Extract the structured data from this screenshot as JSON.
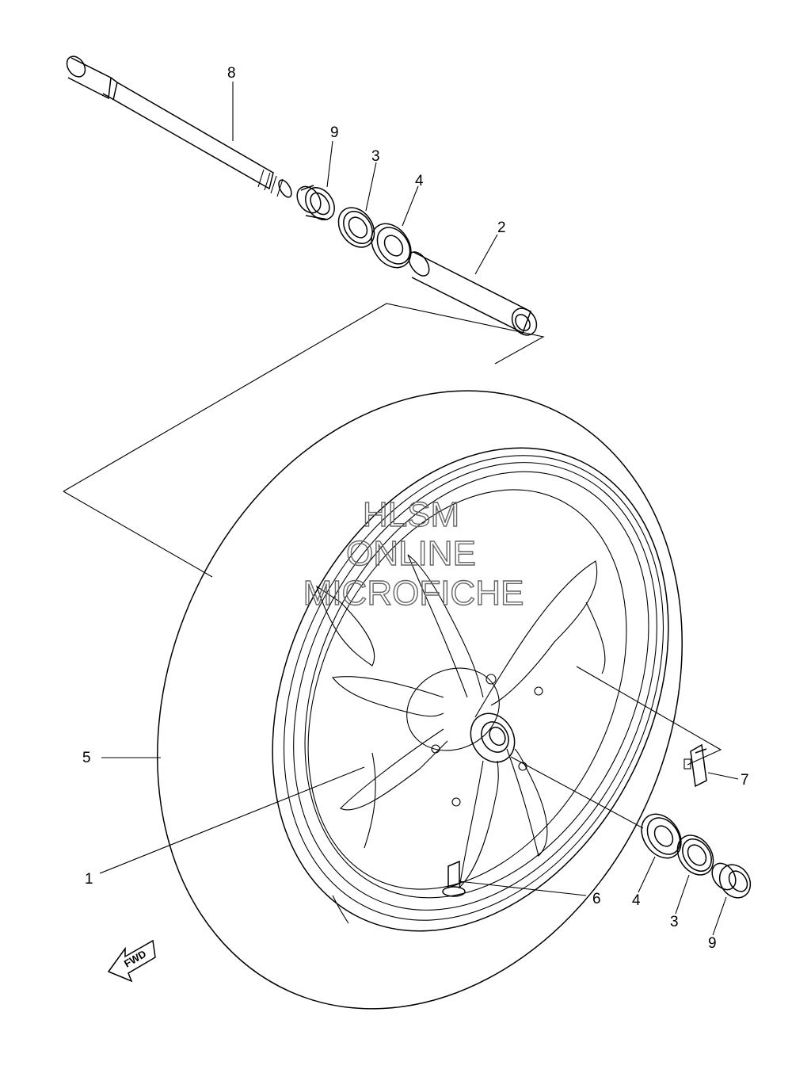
{
  "callouts": {
    "c1": "1",
    "c2": "2",
    "c3a": "3",
    "c3b": "3",
    "c4a": "4",
    "c4b": "4",
    "c5": "5",
    "c6": "6",
    "c7": "7",
    "c8": "8",
    "c9a": "9",
    "c9b": "9"
  },
  "watermark": {
    "line1": "HLSM",
    "line2": "ONLINE",
    "line3": "MICROFICHE"
  },
  "direction": {
    "label": "FWD"
  },
  "colors": {
    "line": "#000000",
    "watermark": "#666666",
    "background": "#ffffff"
  }
}
